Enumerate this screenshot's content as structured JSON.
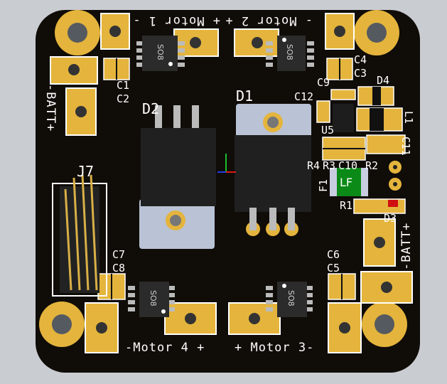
{
  "viewer": {
    "title": "PCB 3D View"
  },
  "colors": {
    "board": "#100c08",
    "copper": "#e4b43c",
    "silkscreen": "#ffffff",
    "background": "#c9ccd1",
    "fuse": "#0b8a17",
    "led": "#d01010"
  },
  "silkscreen": {
    "motor1": "+ Motor 1 -",
    "motor2": "- Motor 2 +",
    "motor3": "+ Motor 3-",
    "motor4": "-Motor 4 +",
    "batt_left": "-BATT+",
    "batt_right": "-BATT+",
    "chip_marking": "SO8"
  },
  "designators": {
    "D1": "D1",
    "D2": "D2",
    "D3": "D3",
    "D4": "D4",
    "J7": "J7",
    "U5": "U5",
    "F1": "F1",
    "F1_logo": "LF",
    "C1": "C1",
    "C2": "C2",
    "C3": "C3",
    "C4": "C4",
    "C5": "C5",
    "C6": "C6",
    "C7": "C7",
    "C8": "C8",
    "C9": "C9",
    "C10": "C10",
    "C11": "C11",
    "C12": "C12",
    "R1": "R1",
    "R2": "R2",
    "R3": "R3",
    "R4": "R4",
    "L1": "L1"
  }
}
